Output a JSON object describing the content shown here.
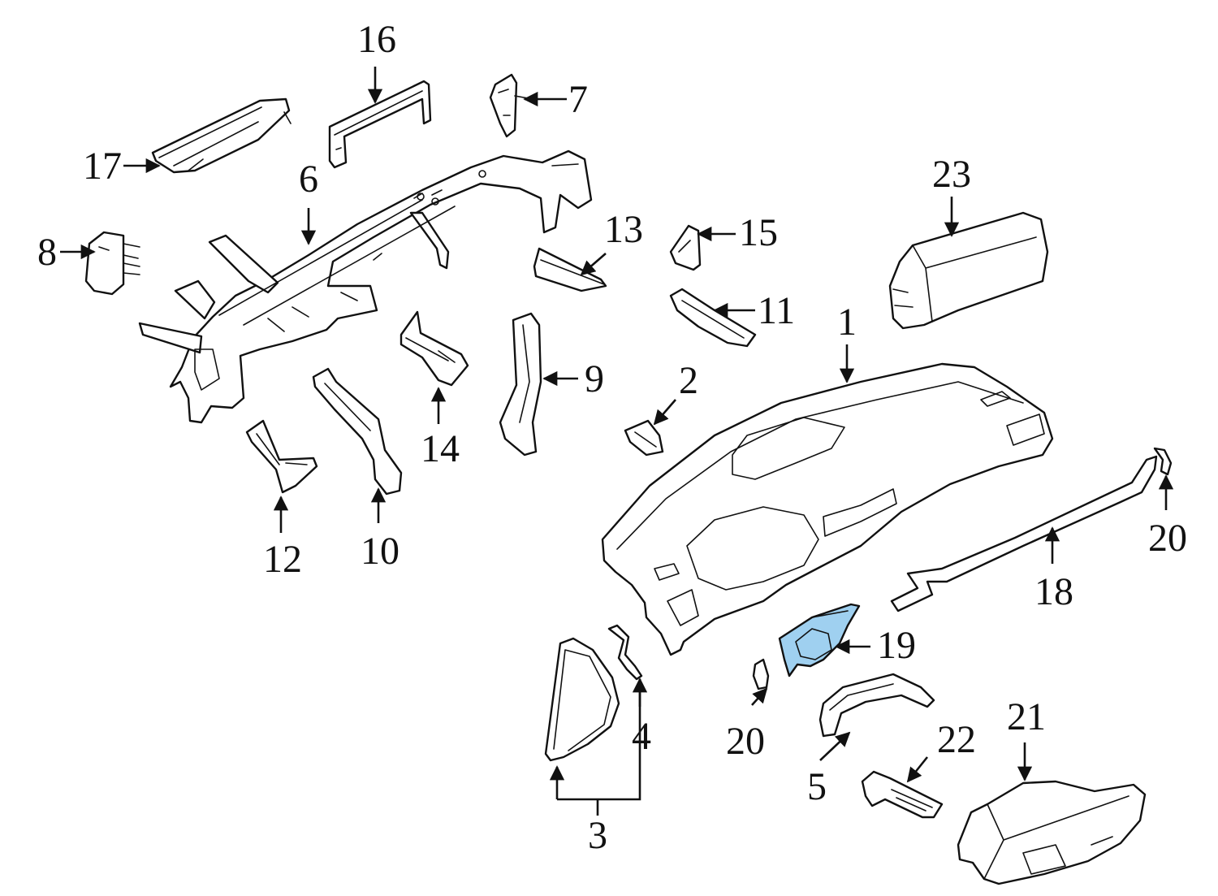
{
  "diagram": {
    "highlight_color": "#9fd0f0",
    "line_color": "#111111",
    "background": "#ffffff",
    "callouts": {
      "c1": "1",
      "c2": "2",
      "c3": "3",
      "c4": "4",
      "c5": "5",
      "c6": "6",
      "c7": "7",
      "c8": "8",
      "c9": "9",
      "c10": "10",
      "c11": "11",
      "c12": "12",
      "c13": "13",
      "c14": "14",
      "c15": "15",
      "c16": "16",
      "c17": "17",
      "c18": "18",
      "c19": "19",
      "c20a": "20",
      "c20b": "20",
      "c21": "21",
      "c22": "22",
      "c23": "23"
    }
  }
}
